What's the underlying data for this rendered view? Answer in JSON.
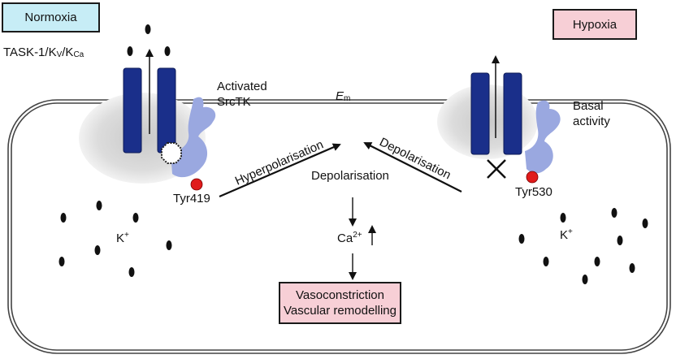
{
  "boxes": {
    "normoxia": "Normoxia",
    "hypoxia": "Hypoxia",
    "outcome_line1": "Vasoconstriction",
    "outcome_line2": "Vascular remodelling"
  },
  "labels": {
    "channels_prefix": "TASK-1/K",
    "channels_kv_sub": "V",
    "channels_sep": "/K",
    "channels_kca_sub": "Ca",
    "activated_line1": "Activated",
    "activated_line2": "SrcTK",
    "em": "E",
    "em_sub": "m",
    "basal_line1": "Basal",
    "basal_line2": "activity",
    "tyr_left": "Tyr419",
    "tyr_right": "Tyr530",
    "hyperpolarisation": "Hyperpolarisation",
    "depolarisation_right": "Depolarisation",
    "depolarisation_center": "Depolarisation",
    "ca": "Ca",
    "ca_sup": "2+",
    "k_left": "K",
    "k_left_sup": "+",
    "k_right": "K",
    "k_right_sup": "+"
  },
  "colors": {
    "channel": "#1a2f8a",
    "srctk": "#9aa8e0",
    "halo": "#d8d8d8",
    "phospho_dot": "#e01b1b",
    "normoxia_fill": "#c7edf6",
    "hypoxia_fill": "#f7cfd6",
    "outcome_fill": "#f7cfd6"
  },
  "icons": {
    "blocked_channel": "x-mark-icon",
    "inhibitor": "octagon-icon"
  }
}
